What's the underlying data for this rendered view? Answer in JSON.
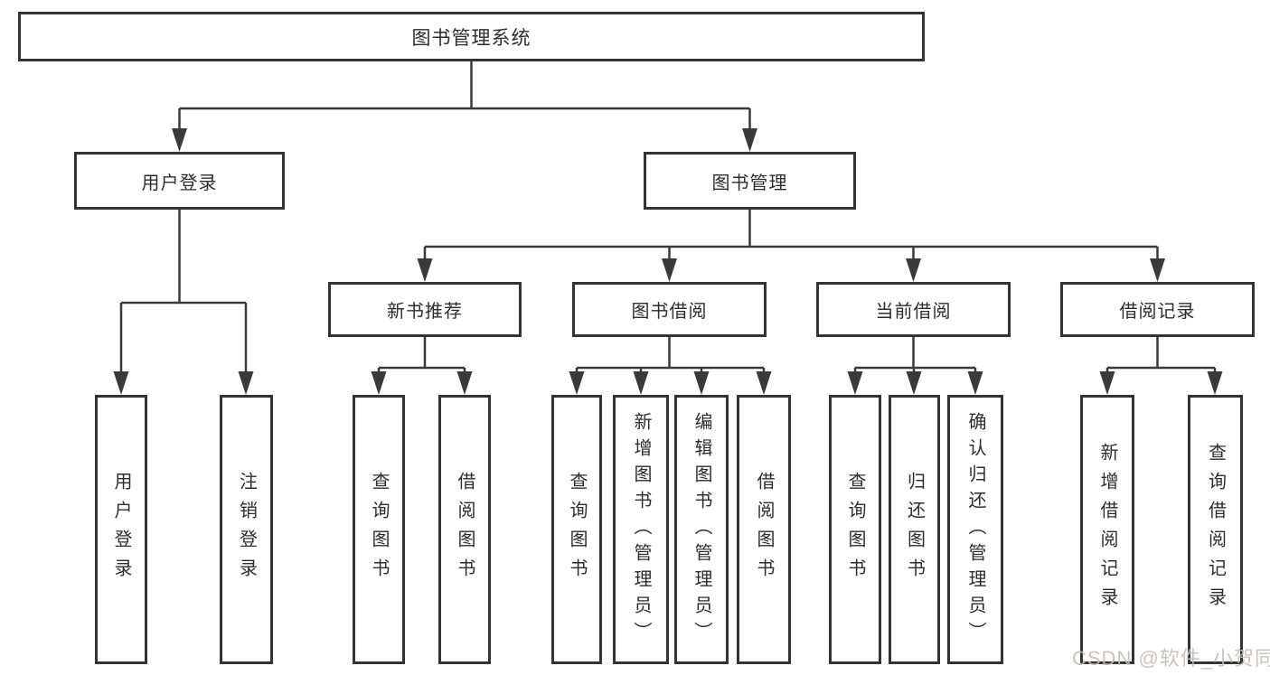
{
  "diagram": {
    "title": "图书管理系统",
    "level2": [
      {
        "label": "用户登录"
      },
      {
        "label": "图书管理"
      }
    ],
    "level3": [
      {
        "label": "新书推荐",
        "parent": "图书管理"
      },
      {
        "label": "图书借阅",
        "parent": "图书管理"
      },
      {
        "label": "当前借阅",
        "parent": "图书管理"
      },
      {
        "label": "借阅记录",
        "parent": "图书管理"
      }
    ],
    "leaves": [
      {
        "label": "用户登录",
        "parent": "用户登录"
      },
      {
        "label": "注销登录",
        "parent": "用户登录"
      },
      {
        "label": "查询图书",
        "parent": "新书推荐"
      },
      {
        "label": "借阅图书",
        "parent": "新书推荐"
      },
      {
        "label": "查询图书",
        "parent": "图书借阅"
      },
      {
        "label": "新增图书（管理员）",
        "parent": "图书借阅"
      },
      {
        "label": "编辑图书（管理员）",
        "parent": "图书借阅"
      },
      {
        "label": "借阅图书",
        "parent": "图书借阅"
      },
      {
        "label": "查询图书",
        "parent": "当前借阅"
      },
      {
        "label": "归还图书",
        "parent": "当前借阅"
      },
      {
        "label": "确认归还（管理员）",
        "parent": "当前借阅"
      },
      {
        "label": "新增借阅记录",
        "parent": "借阅记录"
      },
      {
        "label": "查询借阅记录",
        "parent": "借阅记录"
      }
    ],
    "watermark": "CSDN @软件_小贺同学",
    "colors": {
      "line": "#3a3a3a",
      "border": "#333333",
      "text": "#2d2d2d",
      "watermark": "#c4baba"
    }
  }
}
